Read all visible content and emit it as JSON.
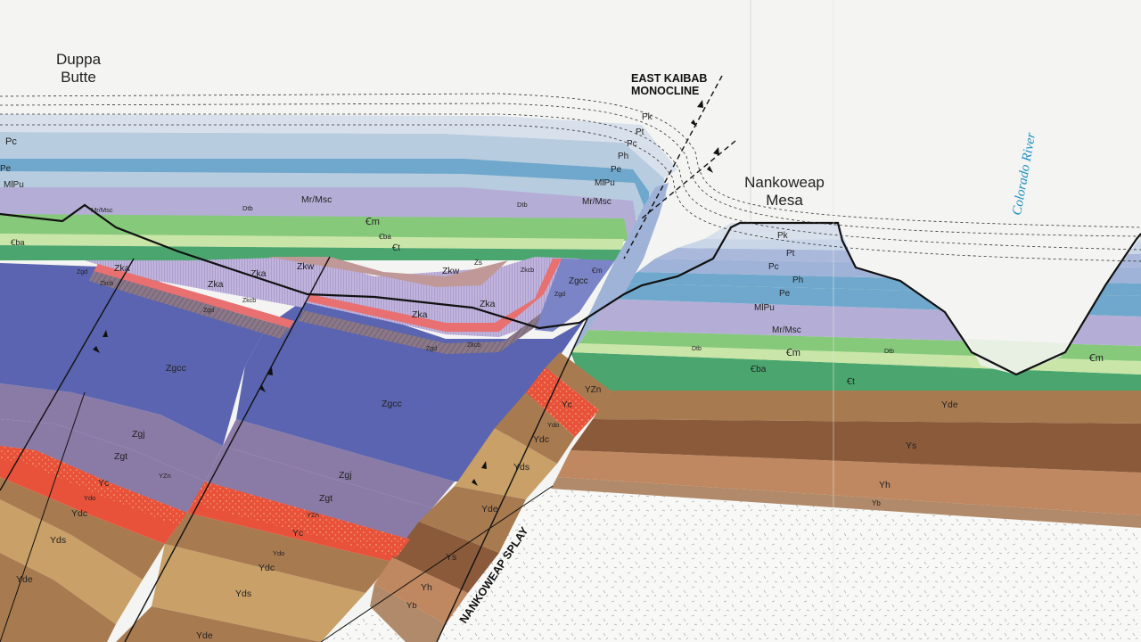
{
  "colors": {
    "paper": "#f4f4f2",
    "kaibab": "#d8e0ec",
    "toroweap": "#c9d6e8",
    "coconino": "#aab8dc",
    "hermit": "#9fb3d8",
    "esplanade": "#6fa8cc",
    "supai": "#b8cce0",
    "redwall_muav": "#b4aed6",
    "muav": "#86c97a",
    "bright_angel": "#c9e6a8",
    "tapeats": "#4aa66e",
    "kwagunt": "#b99a9a",
    "chuar": "#5a64b0",
    "galeros": "#8a7aa6",
    "cardenas_red": "#e8523a",
    "dox": "#a87a50",
    "dox_sandstone": "#c8a068",
    "shinumo": "#8a5a3a",
    "hakatai": "#c08860",
    "bass": "#b08a6a",
    "basement": "#f8f8f6",
    "river": "#1c8fc0"
  },
  "titles": {
    "duppa_line1": "Duppa",
    "duppa_line2": "Butte",
    "nankoweap_line1": "Nankoweap",
    "nankoweap_line2": "Mesa",
    "monocline_line1": "EAST KAIBAB",
    "monocline_line2": "MONOCLINE",
    "river": "Colorado River",
    "splay": "NANKOWEAP SPLAY"
  },
  "unit_labels": [
    {
      "id": "pc-left",
      "text": "Pc"
    },
    {
      "id": "pe-left",
      "text": "Pe"
    },
    {
      "id": "mlpu-left",
      "text": "MlPu"
    },
    {
      "id": "mr-msc-small",
      "text": "Mr/Msc"
    },
    {
      "id": "dtb-left",
      "text": "Dtb"
    },
    {
      "id": "mr-msc-mid",
      "text": "Mr/Msc"
    },
    {
      "id": "dtb-mid",
      "text": "Dtb"
    },
    {
      "id": "cm-left",
      "text": "Ꞓm"
    },
    {
      "id": "cba-left",
      "text": "Ꞓba"
    },
    {
      "id": "cba-mid",
      "text": "Ꞓba"
    },
    {
      "id": "ct-mid",
      "text": "Ꞓt"
    },
    {
      "id": "pk-mono",
      "text": "Pk"
    },
    {
      "id": "pt-mono",
      "text": "Pt"
    },
    {
      "id": "pc-mono",
      "text": "Pc"
    },
    {
      "id": "ph-mono",
      "text": "Ph"
    },
    {
      "id": "pe-mono",
      "text": "Pe"
    },
    {
      "id": "mlpu-mono",
      "text": "MlPu"
    },
    {
      "id": "mr-msc-mono",
      "text": "Mr/Msc"
    },
    {
      "id": "zka-1",
      "text": "Zka"
    },
    {
      "id": "zgd-1",
      "text": "Zgd"
    },
    {
      "id": "zkcb-1",
      "text": "Zkcb"
    },
    {
      "id": "zka-2",
      "text": "Zka"
    },
    {
      "id": "zkcb-2",
      "text": "Zkcb"
    },
    {
      "id": "zgd-2",
      "text": "Zgd"
    },
    {
      "id": "zka-3",
      "text": "Zka"
    },
    {
      "id": "zkw-1",
      "text": "Zkw"
    },
    {
      "id": "zkw-2",
      "text": "Zkw"
    },
    {
      "id": "zs",
      "text": "Zs"
    },
    {
      "id": "zkcb-3",
      "text": "Zkcb"
    },
    {
      "id": "zgd-3",
      "text": "Zgd"
    },
    {
      "id": "zka-4",
      "text": "Zka"
    },
    {
      "id": "zka-5",
      "text": "Zka"
    },
    {
      "id": "zkcb-4",
      "text": "Zkcb"
    },
    {
      "id": "zgd-4",
      "text": "Zgd"
    },
    {
      "id": "zgcc-mono",
      "text": "Zgcc"
    },
    {
      "id": "cm-mono",
      "text": "Ꞓm"
    },
    {
      "id": "zgcc-left",
      "text": "Zgcc"
    },
    {
      "id": "zgcc-mid",
      "text": "Zgcc"
    },
    {
      "id": "zgj-1",
      "text": "Zgj"
    },
    {
      "id": "zgt-1",
      "text": "Zgt"
    },
    {
      "id": "yzn-1",
      "text": "YZn"
    },
    {
      "id": "yc-1",
      "text": "Yc"
    },
    {
      "id": "ydo-1",
      "text": "Ydo"
    },
    {
      "id": "ydc-1",
      "text": "Ydc"
    },
    {
      "id": "yds-1",
      "text": "Yds"
    },
    {
      "id": "yde-1",
      "text": "Yde"
    },
    {
      "id": "zgj-2",
      "text": "Zgj"
    },
    {
      "id": "zgt-2",
      "text": "Zgt"
    },
    {
      "id": "yzn-2",
      "text": "YZn"
    },
    {
      "id": "yc-2",
      "text": "Yc"
    },
    {
      "id": "ydo-2",
      "text": "Ydo"
    },
    {
      "id": "ydc-2",
      "text": "Ydc"
    },
    {
      "id": "yds-2",
      "text": "Yds"
    },
    {
      "id": "yde-2",
      "text": "Yde"
    },
    {
      "id": "yzn-3",
      "text": "YZn"
    },
    {
      "id": "yc-3",
      "text": "Yc"
    },
    {
      "id": "ydo-3",
      "text": "Ydo"
    },
    {
      "id": "ydc-3",
      "text": "Ydc"
    },
    {
      "id": "yds-3",
      "text": "Yds"
    },
    {
      "id": "yde-3",
      "text": "Yde"
    },
    {
      "id": "ys-1",
      "text": "Ys"
    },
    {
      "id": "yh-1",
      "text": "Yh"
    },
    {
      "id": "yb-1",
      "text": "Yb"
    },
    {
      "id": "pk-mesa",
      "text": "Pk"
    },
    {
      "id": "pt-mesa",
      "text": "Pt"
    },
    {
      "id": "pc-mesa",
      "text": "Pc"
    },
    {
      "id": "ph-mesa",
      "text": "Ph"
    },
    {
      "id": "pe-mesa",
      "text": "Pe"
    },
    {
      "id": "mlpu-mesa",
      "text": "MlPu"
    },
    {
      "id": "mr-msc-mesa",
      "text": "Mr/Msc"
    },
    {
      "id": "dtb-right1",
      "text": "Dtb"
    },
    {
      "id": "dtb-right2",
      "text": "Dtb"
    },
    {
      "id": "cm-right1",
      "text": "Ꞓm"
    },
    {
      "id": "cm-right2",
      "text": "Ꞓm"
    },
    {
      "id": "cba-right",
      "text": "Ꞓba"
    },
    {
      "id": "ct-right",
      "text": "Ꞓt"
    },
    {
      "id": "yde-right",
      "text": "Yde"
    },
    {
      "id": "ys-right",
      "text": "Ys"
    },
    {
      "id": "yh-right",
      "text": "Yh"
    },
    {
      "id": "yb-right",
      "text": "Yb"
    }
  ]
}
